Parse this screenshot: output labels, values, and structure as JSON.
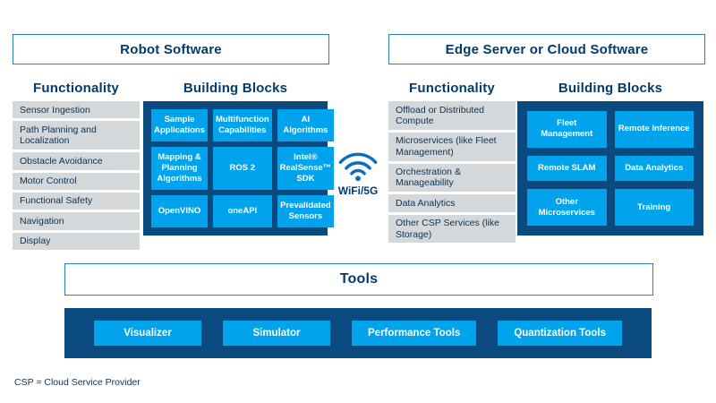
{
  "colors": {
    "navy_panel": "#0b4a7f",
    "bright_blue": "#00a3ec",
    "gray_item": "#d5d8db",
    "border_blue": "#2f7bbf",
    "heading_text": "#033b6d"
  },
  "left_panel": {
    "title": "Robot Software",
    "functionality_heading": "Functionality",
    "functionality_items": [
      "Sensor Ingestion",
      "Path Planning and Localization",
      "Obstacle Avoidance",
      "Motor Control",
      "Functional Safety",
      "Navigation",
      "Display"
    ],
    "building_blocks_heading": "Building Blocks",
    "building_blocks": [
      "Sample Applications",
      "Multifunction Capabilities",
      "AI Algorithms",
      "Mapping & Planning Algorithms",
      "ROS 2",
      "Intel® RealSense™ SDK",
      "OpenVINO",
      "oneAPI",
      "Prevalidated Sensors"
    ]
  },
  "right_panel": {
    "title": "Edge Server or Cloud Software",
    "functionality_heading": "Functionality",
    "functionality_items": [
      "Offload or Distributed Compute",
      "Microservices (like Fleet Management)",
      "Orchestration & Manageability",
      "Data Analytics",
      "Other CSP Services (like Storage)"
    ],
    "building_blocks_heading": "Building Blocks",
    "building_blocks": [
      "Fleet Management",
      "Remote Inference",
      "Remote SLAM",
      "Data Analytics",
      "Other Microservices",
      "Training"
    ]
  },
  "connector": {
    "label": "WiFi/5G",
    "icon": "wifi-icon"
  },
  "tools": {
    "title": "Tools",
    "items": [
      "Visualizer",
      "Simulator",
      "Performance Tools",
      "Quantization Tools"
    ]
  },
  "footnote": "CSP = Cloud Service Provider"
}
